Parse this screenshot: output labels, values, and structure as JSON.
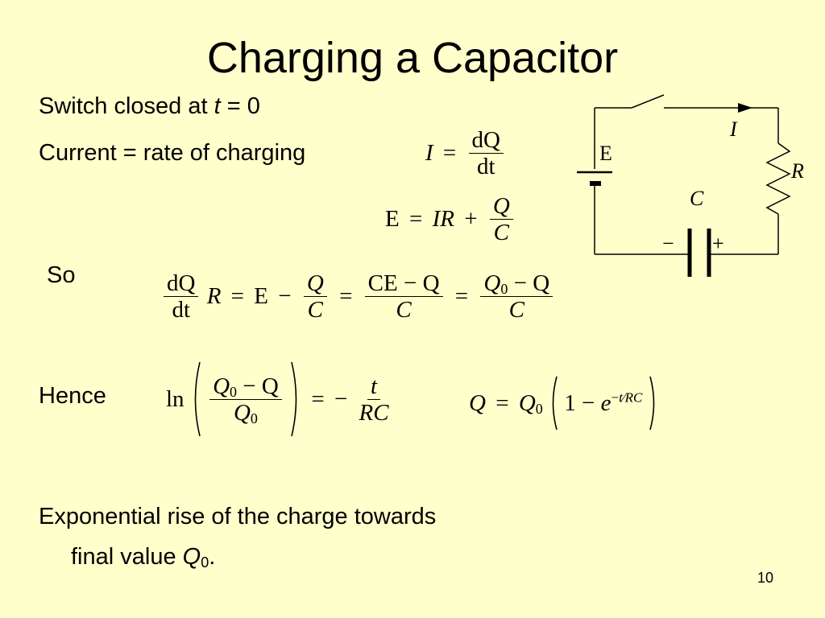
{
  "slide": {
    "title": "Charging a Capacitor",
    "page_number": "10"
  },
  "lines": {
    "switch_closed_prefix": "Switch closed at ",
    "switch_closed_var": "t",
    "switch_closed_suffix": " = 0",
    "current_text": "Current = rate of charging",
    "so_text": "So",
    "hence_text": "Hence",
    "conclusion_line1": "Exponential rise of the charge towards",
    "conclusion_line2_prefix": "final value ",
    "conclusion_var": "Q",
    "conclusion_sub": "0",
    "conclusion_suffix": "."
  },
  "equations": {
    "eq1": {
      "lhs": "I",
      "eq": "=",
      "num": "dQ",
      "den": "dt"
    },
    "eq2": {
      "lhs": "E",
      "eq": "=",
      "ir": "IR",
      "plus": "+",
      "num": "Q",
      "den": "C"
    },
    "eq3": {
      "num1": "dQ",
      "den1": "dt",
      "r": "R",
      "eq1": "=",
      "e": "E",
      "minus1": "−",
      "num2": "Q",
      "den2": "C",
      "eq2": "=",
      "num3": "CE − Q",
      "den3": "C",
      "eq3": "=",
      "num4_q": "Q",
      "num4_sub": "0",
      "num4_rest": " − Q",
      "den4": "C"
    },
    "eq4": {
      "ln": "ln",
      "num_q": "Q",
      "num_sub": "0",
      "num_rest": " − Q",
      "den_q": "Q",
      "den_sub": "0",
      "eq": "=",
      "minus": "−",
      "num2": "t",
      "den2": "RC"
    },
    "eq5": {
      "lhs": "Q",
      "eq": "=",
      "q0": "Q",
      "q0_sub": "0",
      "one": "1",
      "minus": "−",
      "e": "e",
      "exp_minus": "−",
      "exp_num": "t",
      "exp_den": "RC"
    }
  },
  "circuit": {
    "labels": {
      "emf": "E",
      "current": "I",
      "resistor": "R",
      "capacitor": "C",
      "minus": "−",
      "plus": "+"
    }
  }
}
